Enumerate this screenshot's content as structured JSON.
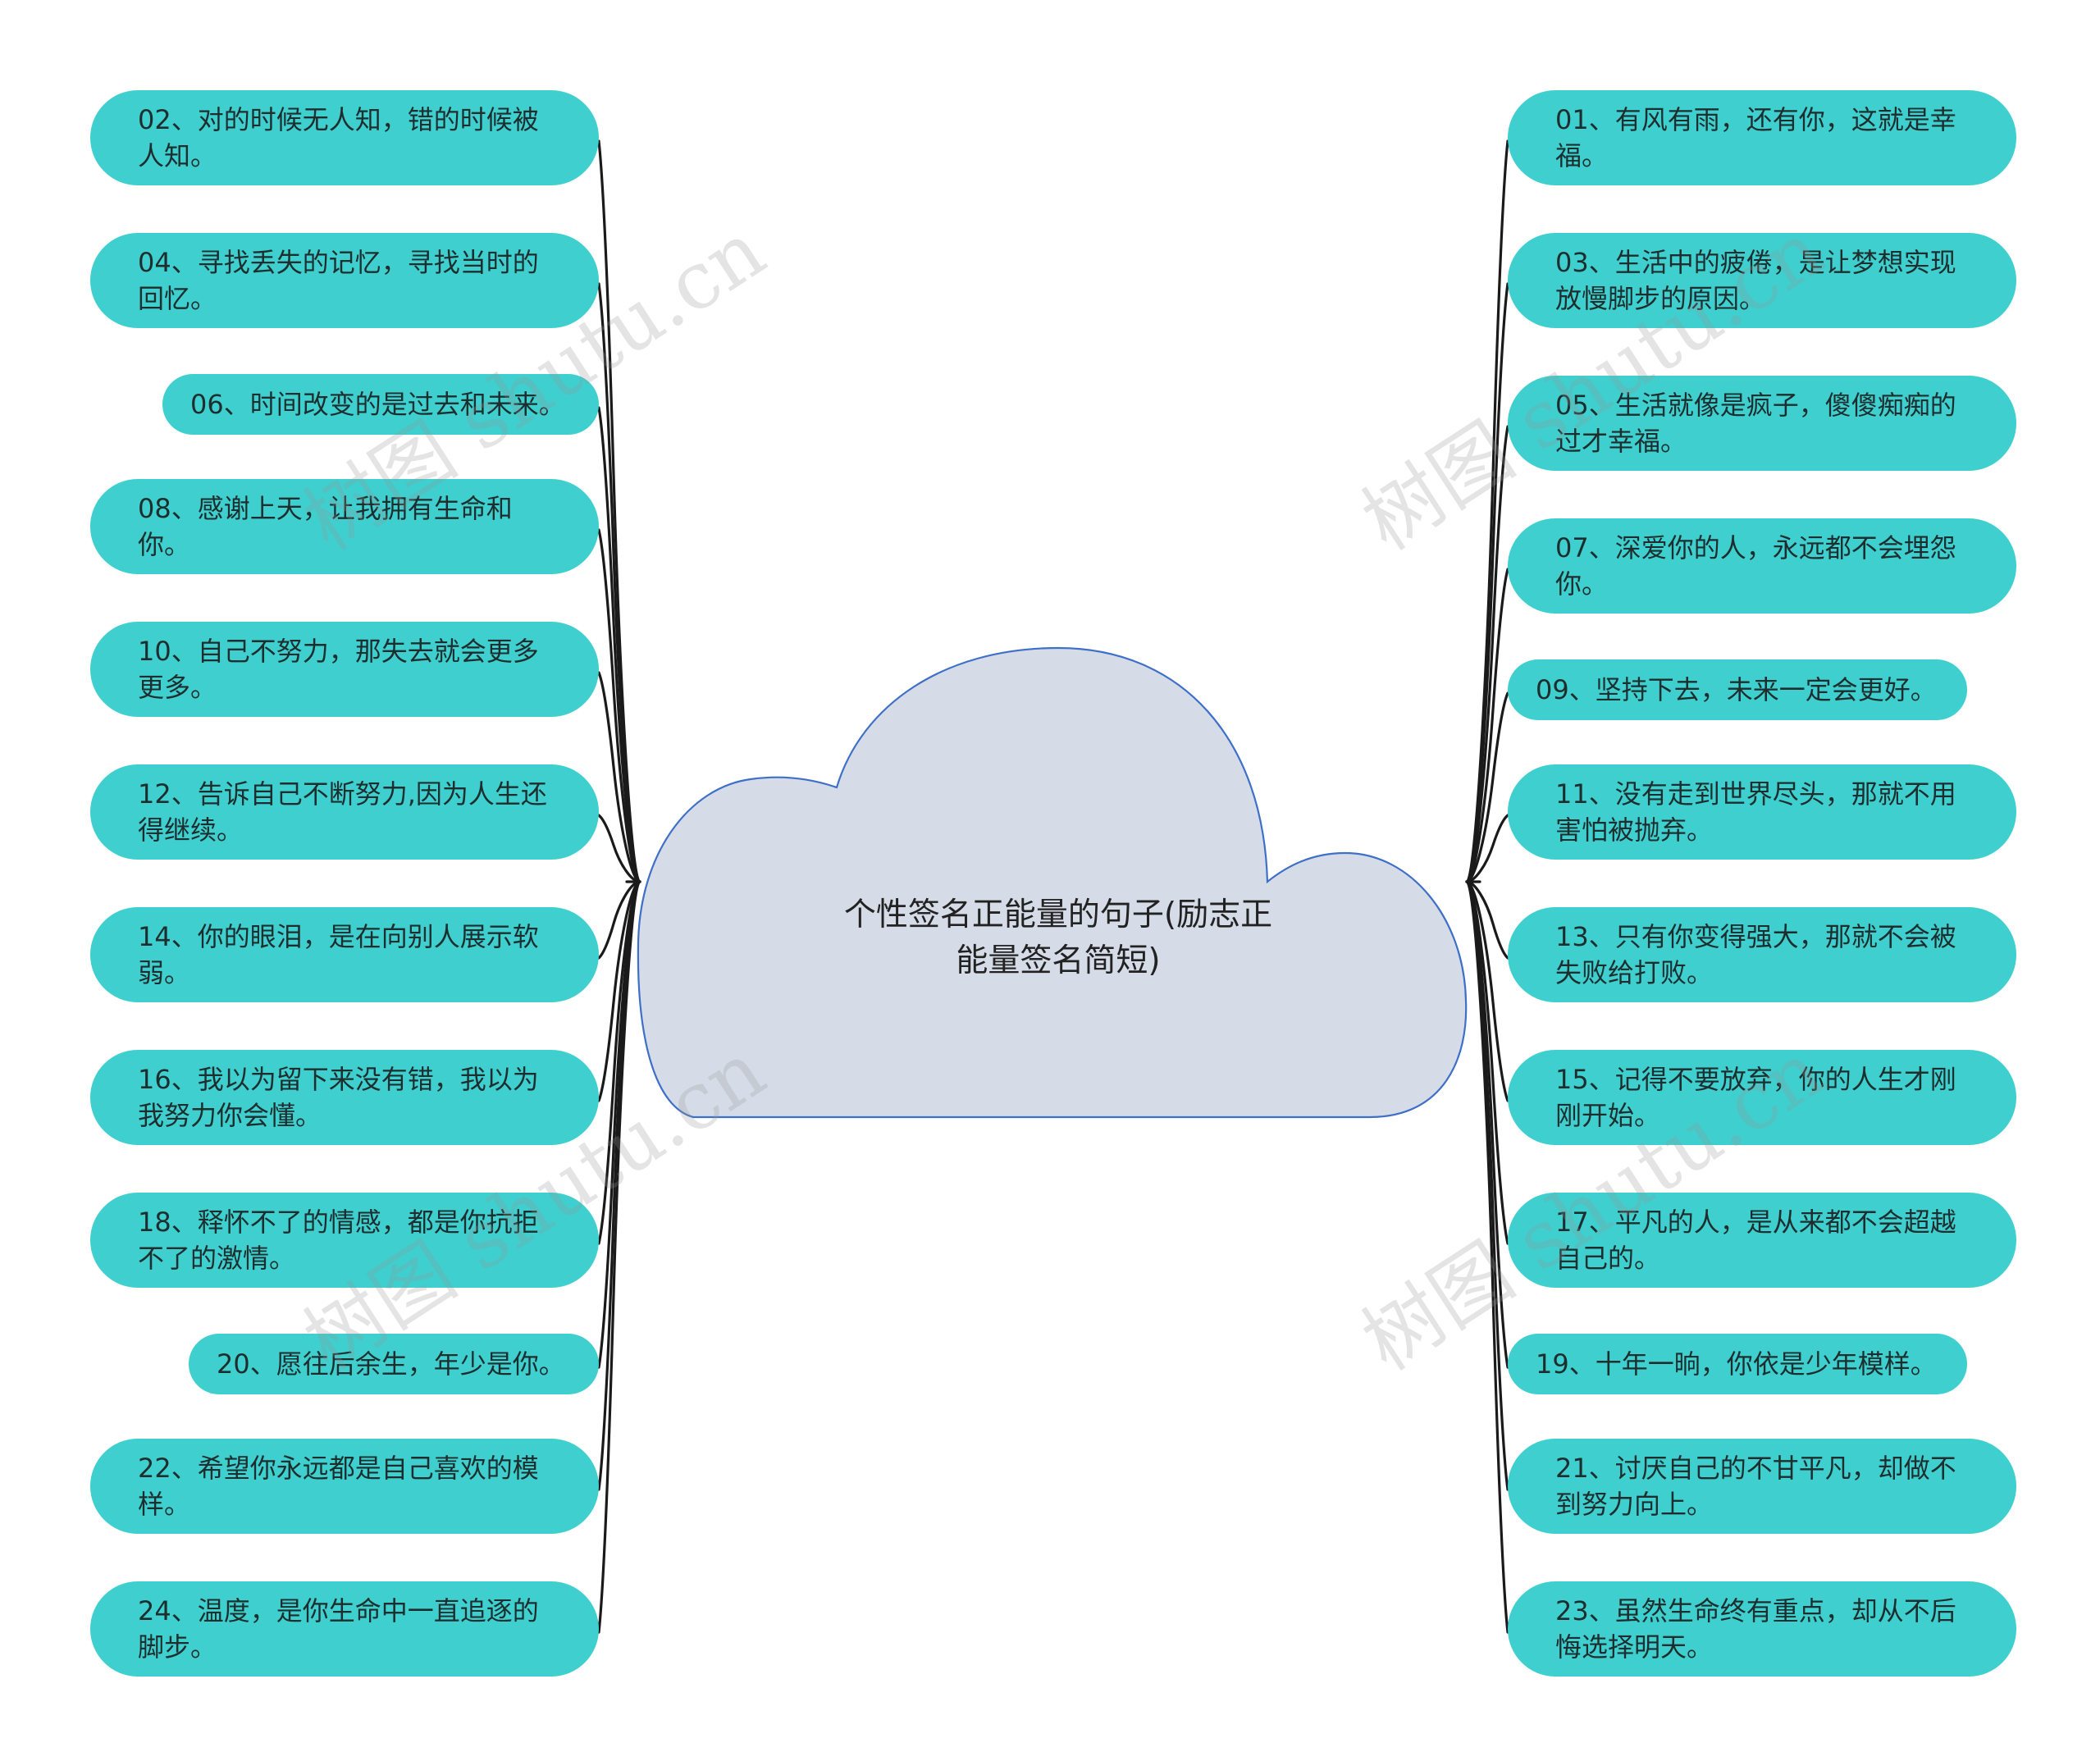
{
  "central": {
    "title": "个性签名正能量的句子(励志正能量签名简短)"
  },
  "watermark": "树图 shutu.cn",
  "left_nodes": [
    {
      "id": "02",
      "text": "02、对的时候无人知，错的时候被人知。"
    },
    {
      "id": "04",
      "text": "04、寻找丢失的记忆，寻找当时的回忆。"
    },
    {
      "id": "06",
      "text": "06、时间改变的是过去和未来。"
    },
    {
      "id": "08",
      "text": "08、感谢上天，让我拥有生命和你。"
    },
    {
      "id": "10",
      "text": "10、自己不努力，那失去就会更多更多。"
    },
    {
      "id": "12",
      "text": "12、告诉自己不断努力,因为人生还得继续。"
    },
    {
      "id": "14",
      "text": "14、你的眼泪，是在向别人展示软弱。"
    },
    {
      "id": "16",
      "text": "16、我以为留下来没有错，我以为我努力你会懂。"
    },
    {
      "id": "18",
      "text": "18、释怀不了的情感，都是你抗拒不了的激情。"
    },
    {
      "id": "20",
      "text": "20、愿往后余生，年少是你。"
    },
    {
      "id": "22",
      "text": "22、希望你永远都是自己喜欢的模样。"
    },
    {
      "id": "24",
      "text": "24、温度，是你生命中一直追逐的脚步。"
    }
  ],
  "right_nodes": [
    {
      "id": "01",
      "text": "01、有风有雨，还有你，这就是幸福。"
    },
    {
      "id": "03",
      "text": "03、生活中的疲倦，是让梦想实现放慢脚步的原因。"
    },
    {
      "id": "05",
      "text": "05、生活就像是疯子，傻傻痴痴的过才幸福。"
    },
    {
      "id": "07",
      "text": "07、深爱你的人，永远都不会埋怨你。"
    },
    {
      "id": "09",
      "text": "09、坚持下去，未来一定会更好。"
    },
    {
      "id": "11",
      "text": "11、没有走到世界尽头，那就不用害怕被抛弃。"
    },
    {
      "id": "13",
      "text": "13、只有你变得强大，那就不会被失败给打败。"
    },
    {
      "id": "15",
      "text": "15、记得不要放弃，你的人生才刚刚开始。"
    },
    {
      "id": "17",
      "text": "17、平凡的人，是从来都不会超越自己的。"
    },
    {
      "id": "19",
      "text": "19、十年一晌，你依是少年模样。"
    },
    {
      "id": "21",
      "text": "21、讨厌自己的不甘平凡，却做不到努力向上。"
    },
    {
      "id": "23",
      "text": "23、虽然生命终有重点，却从不后悔选择明天。"
    }
  ],
  "colors": {
    "node_fill": "#3fcfcf",
    "cloud_fill": "#d5dce8",
    "cloud_stroke": "#3f70c7",
    "connector": "#1a1a1a"
  }
}
